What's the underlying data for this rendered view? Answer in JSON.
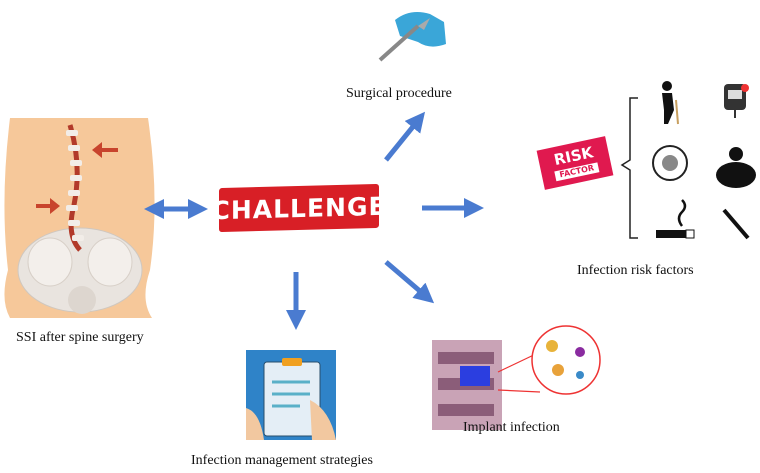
{
  "center": {
    "label": "CHALLENGE"
  },
  "nodes": {
    "ssi": "SSI after spine surgery",
    "surgical": "Surgical procedure",
    "risk_factors": "Infection risk factors",
    "implant": "Implant infection",
    "management": "Infection management strategies"
  },
  "risk_badge": {
    "line1": "RISK",
    "line2": "FACTOR"
  },
  "colors": {
    "arrow": "#4a7bd0",
    "challenge": "#d81f26",
    "risk": "#e0194f",
    "skin": "#f6c89a"
  }
}
